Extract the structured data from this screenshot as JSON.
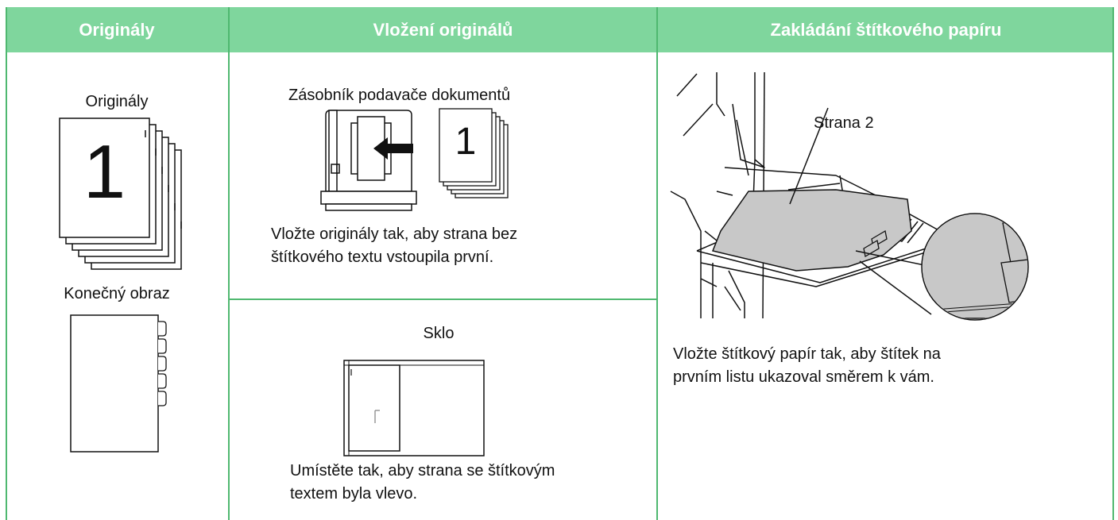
{
  "headers": {
    "originals": "Originály",
    "placing": "Vložení originálů",
    "tab_paper": "Zakládání štítkového papíru"
  },
  "col1": {
    "originals_label": "Originály",
    "page_number": "1",
    "final_label": "Konečný obraz"
  },
  "col2": {
    "feeder_label": "Zásobník podavače dokumentů",
    "feeder_page_number": "1",
    "feeder_instruction_line1": "Vložte originály tak, aby strana bez",
    "feeder_instruction_line2": "štítkového textu vstoupila první.",
    "glass_label": "Sklo",
    "glass_instruction_line1": "Umístěte tak, aby strana se štítkovým",
    "glass_instruction_line2": "textem byla vlevo."
  },
  "col3": {
    "side_label": "Strana 2",
    "instruction_line1": "Vložte štítkový papír tak, aby štítek na",
    "instruction_line2": "prvním listu ukazoval směrem k vám."
  },
  "colors": {
    "header_bg": "#7fd69d",
    "rule": "#4fb870",
    "paper_gray": "#c8c8c8"
  }
}
